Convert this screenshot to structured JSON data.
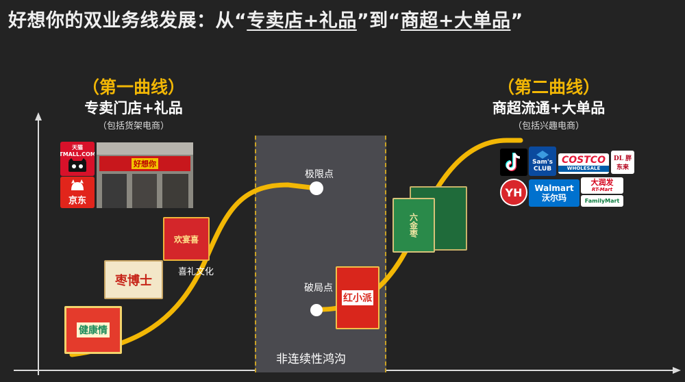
{
  "title": {
    "prefix": "好想你的双业务线发展：从“",
    "from_text": "专卖店+礼品",
    "middle": "”到“",
    "to_text": "商超+大单品",
    "suffix": "”"
  },
  "curve1": {
    "heading": "（第一曲线）",
    "subtitle": "专卖门店+礼品",
    "note": "（包括货架电商）"
  },
  "curve2": {
    "heading": "（第二曲线）",
    "subtitle": "商超流通+大单品",
    "note": "（包括兴趣电商）"
  },
  "points": {
    "limit": "极限点",
    "breakthrough": "破局点"
  },
  "gap_label": "非连续性鸿沟",
  "products": {
    "gift_culture_label": "喜礼文化",
    "red_box_text": "红小派",
    "store_sign": "好想你",
    "boshi_box_text": "枣博士",
    "jianxiang_box_text": "健康情",
    "xiyan_box_text": "欢宴喜",
    "green_box_text": "六金枣"
  },
  "logos": {
    "tmall": "天猫 TMALL.COM",
    "jd": "京东",
    "tiktok": "tiktok-icon",
    "sams": "Sam's CLUB",
    "costco": "COSTCO",
    "costco_sub": "WHOLESALE",
    "dl": "DL 胖东来",
    "yh": "YH",
    "walmart": "Walmart",
    "walmart_cn": "沃尔玛",
    "rtmart": "大润发",
    "rtmart_sub": "RT-Mart",
    "familymart": "FamilyMart"
  },
  "colors": {
    "background": "#232323",
    "accent_yellow": "#f2b705",
    "gap_fill": "#4a4a4f"
  }
}
